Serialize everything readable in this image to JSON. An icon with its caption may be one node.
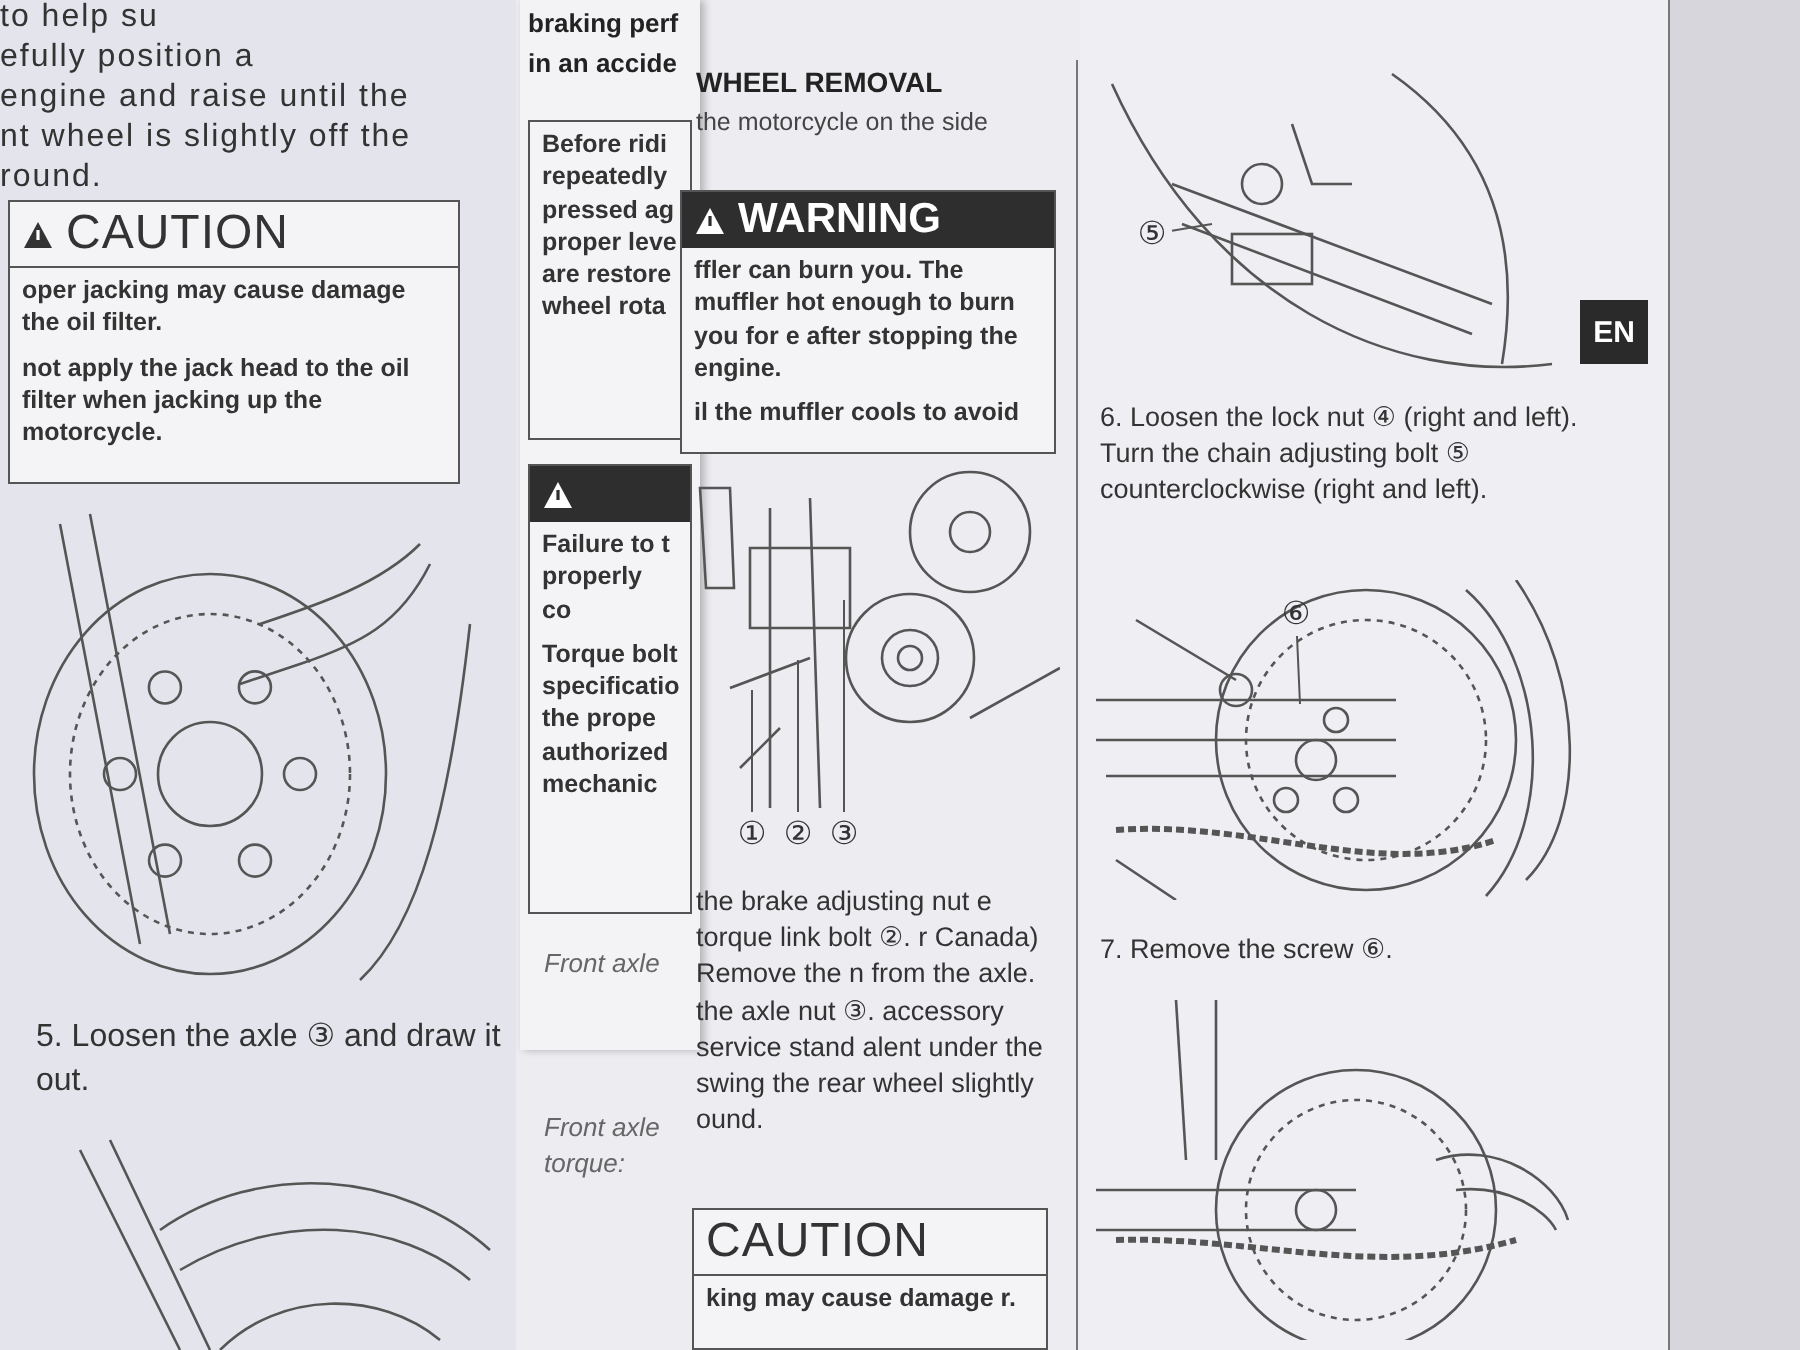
{
  "diagram": {
    "nodes": [
      {
        "text": [
          "CAUTION",
          "oper jacking may cause damage the oil filter.",
          "not apply the jack head to the oil filter when jacking up the motorcycle."
        ]
      },
      {
        "text": [
          "Before ridi repeatedly pressed ag proper leve are restore wheel rota"
        ]
      },
      {
        "text": [
          "Failure to t properly co",
          "Torque bolt specificatio the prope authorized mechanic"
        ]
      },
      {
        "text": [
          "WARNING",
          "ffler can burn you. The muffler hot enough to burn you for e after stopping the engine.",
          "il the muffler cools to avoid"
        ]
      },
      {
        "text": [
          "①"
        ]
      },
      {
        "text": [
          "②"
        ]
      },
      {
        "text": [
          "③"
        ]
      },
      {
        "text": [
          "CAUTION",
          "king may cause damage r."
        ]
      },
      {
        "text": [
          "⑤"
        ]
      },
      {
        "text": [
          "EN"
        ]
      },
      {
        "text": [
          "⑥"
        ]
      }
    ],
    "edges": [
      {
        "from": 4,
        "to": null,
        "arrow": "none"
      },
      {
        "from": 5,
        "to": null,
        "arrow": "none"
      },
      {
        "from": 6,
        "to": null,
        "arrow": "none"
      },
      {
        "from": 8,
        "to": null,
        "arrow": "none"
      },
      {
        "from": 10,
        "to": null,
        "arrow": "none"
      }
    ],
    "labels": [
      "to help su",
      "efully position a",
      "engine and raise until the",
      "nt wheel is slightly off the",
      "round.",
      "5. Loosen the axle ③ and draw it out.",
      "braking perf",
      "in an accide",
      "WHEEL REMOVAL",
      "the motorcycle on the side",
      "Front axle",
      "the brake adjusting nut e torque link bolt ②. r Canada) Remove the n from the axle. the axle nut ③. accessory service stand alent under the swing the rear wheel slightly ound.",
      "Front axle",
      "torque:",
      "6. Loosen the lock nut ④ (right and left). Turn the chain adjusting bolt ⑤ counterclockwise (right and left).",
      "7. Remove the screw ⑥."
    ]
  }
}
